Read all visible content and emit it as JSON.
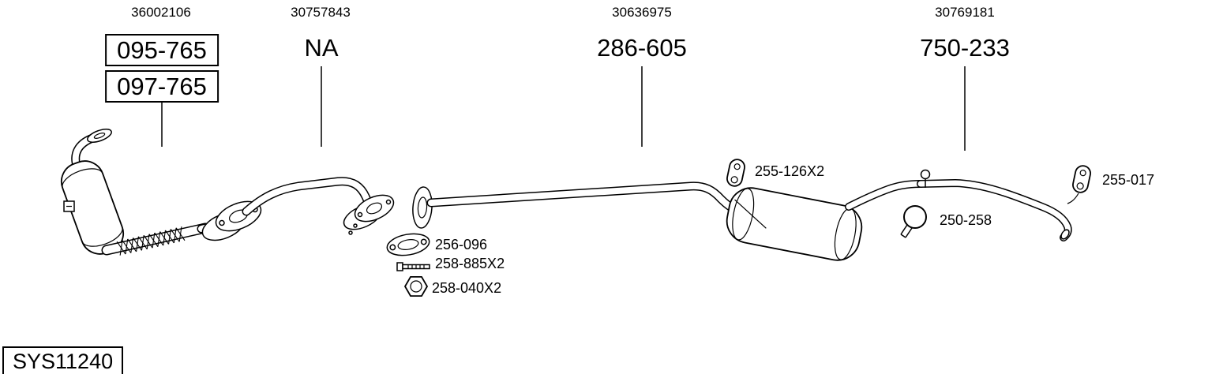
{
  "system_code": "SYS11240",
  "assemblies": [
    {
      "oe_number": "36002106",
      "parts": [
        "095-765",
        "097-765"
      ],
      "boxed": true
    },
    {
      "oe_number": "30757843",
      "parts": [
        "NA"
      ],
      "boxed": false
    },
    {
      "oe_number": "30636975",
      "parts": [
        "286-605"
      ],
      "boxed": false
    },
    {
      "oe_number": "30769181",
      "parts": [
        "750-233"
      ],
      "boxed": false
    }
  ],
  "callouts": {
    "center_hanger": {
      "label": "255-126X2",
      "icon": "rubber-hanger-icon"
    },
    "gasket": {
      "label": "256-096",
      "icon": "gasket-icon"
    },
    "bolt": {
      "label": "258-885X2",
      "icon": "bolt-icon"
    },
    "nut": {
      "label": "258-040X2",
      "icon": "nut-icon"
    },
    "clamp": {
      "label": "250-258",
      "icon": "clamp-icon"
    },
    "rear_hanger": {
      "label": "255-017",
      "icon": "rubber-hanger-icon"
    }
  },
  "drawing": {
    "components": [
      "front-flange",
      "downpipe",
      "catalytic-converter",
      "flex-pipe",
      "intermediate-pipe",
      "center-pipe",
      "muffler",
      "rear-pipe",
      "tailpipe"
    ]
  },
  "colors": {
    "line": "#000000",
    "background": "#ffffff"
  }
}
